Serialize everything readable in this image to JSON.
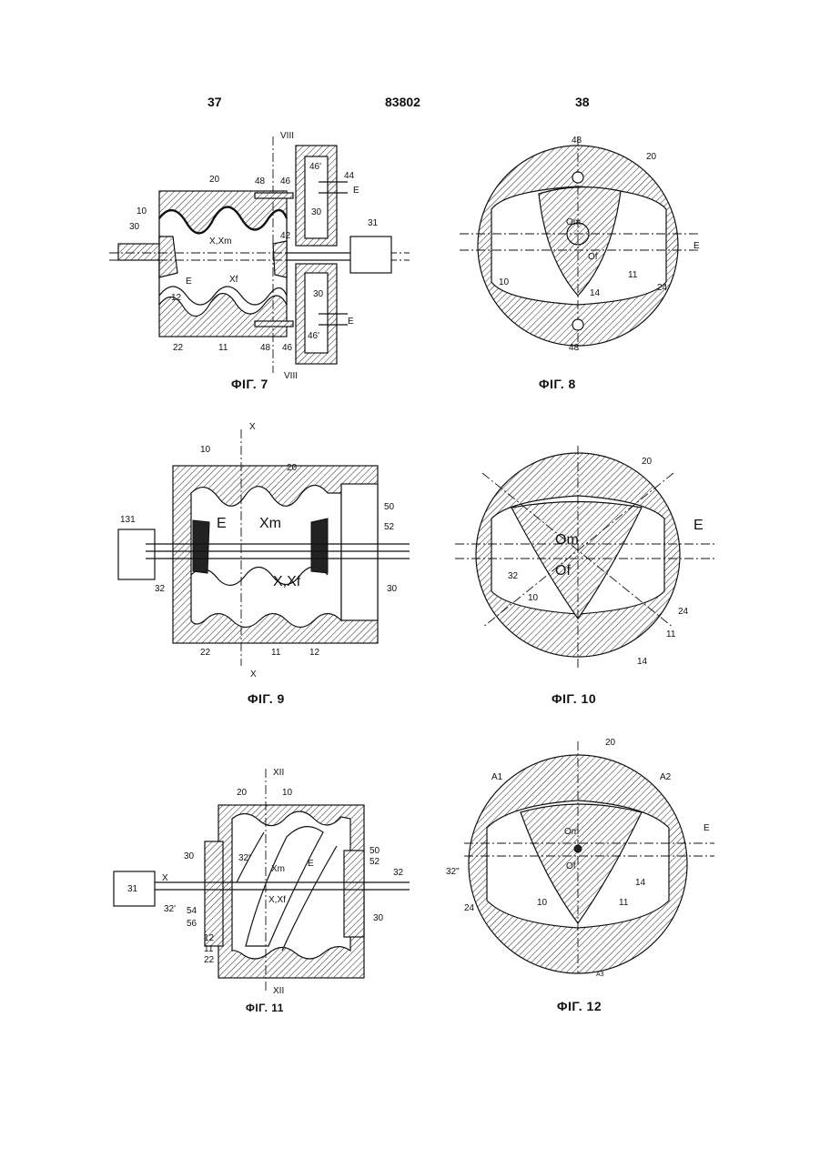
{
  "header": {
    "page_left": "37",
    "patent_number": "83802",
    "page_right": "38"
  },
  "figures": {
    "fig7": {
      "caption": "ΦΙΓ. 7",
      "labels": {
        "l_10": "10",
        "l_20": "20",
        "l_30a": "30",
        "l_48a": "48",
        "l_46a": "46",
        "l_46pa": "46'",
        "l_44": "44",
        "l_E1": "E",
        "l_viii_top": "VIII",
        "l_xxm": "X,Xm",
        "l_42": "42",
        "l_31": "31",
        "l_xf": "Xf",
        "l_E2": "E",
        "l_12": "12",
        "l_30b": "30",
        "l_30c": "30",
        "l_E3": "E",
        "l_22": "22",
        "l_11": "11",
        "l_48b": "48",
        "l_46b": "46",
        "l_46pb": "46'",
        "l_viii_bot": "VIII"
      }
    },
    "fig8": {
      "caption": "ΦΙΓ. 8",
      "labels": {
        "l_48a": "48",
        "l_20": "20",
        "l_om": "Om",
        "l_E": "E",
        "l_of": "Of",
        "l_11": "11",
        "l_10": "10",
        "l_14": "14",
        "l_24": "24",
        "l_48b": "48"
      }
    },
    "fig9": {
      "caption": "ΦΙΓ. 9",
      "labels": {
        "l_x_top": "X",
        "l_10": "10",
        "l_20": "20",
        "l_50": "50",
        "l_52": "52",
        "l_E": "E",
        "l_xm": "Xm",
        "l_131": "131",
        "l_xxf": "X,Xf",
        "l_32": "32",
        "l_30": "30",
        "l_22": "22",
        "l_11": "11",
        "l_12": "12",
        "l_x_bot": "X"
      }
    },
    "fig10": {
      "caption": "ΦΙΓ. 10",
      "labels": {
        "l_20": "20",
        "l_E": "E",
        "l_om": "Om",
        "l_of": "Of",
        "l_32": "32",
        "l_10": "10",
        "l_24": "24",
        "l_11": "11",
        "l_14": "14"
      }
    },
    "fig11": {
      "caption": "ΦΙΓ. 11",
      "labels": {
        "l_xii_top": "XII",
        "l_20": "20",
        "l_10": "10",
        "l_30a": "30",
        "l_32pp": "32\"",
        "l_xm": "Xm",
        "l_E": "E",
        "l_50": "50",
        "l_52": "52",
        "l_31": "31",
        "l_x": "X",
        "l_32r": "32",
        "l_xxf": "X,Xf",
        "l_32p": "32'",
        "l_54": "54",
        "l_56": "56",
        "l_30b": "30",
        "l_12": "12",
        "l_11": "11",
        "l_22": "22",
        "l_xii_bot": "XII"
      }
    },
    "fig12": {
      "caption": "ΦΙΓ. 12",
      "labels": {
        "l_20": "20",
        "l_a1": "A1",
        "l_a2": "A2",
        "l_om": "Om",
        "l_E": "E",
        "l_32pp": "32\"",
        "l_of": "Of",
        "l_14": "14",
        "l_10": "10",
        "l_11": "11",
        "l_24": "24",
        "l_a3": "A3"
      }
    }
  }
}
